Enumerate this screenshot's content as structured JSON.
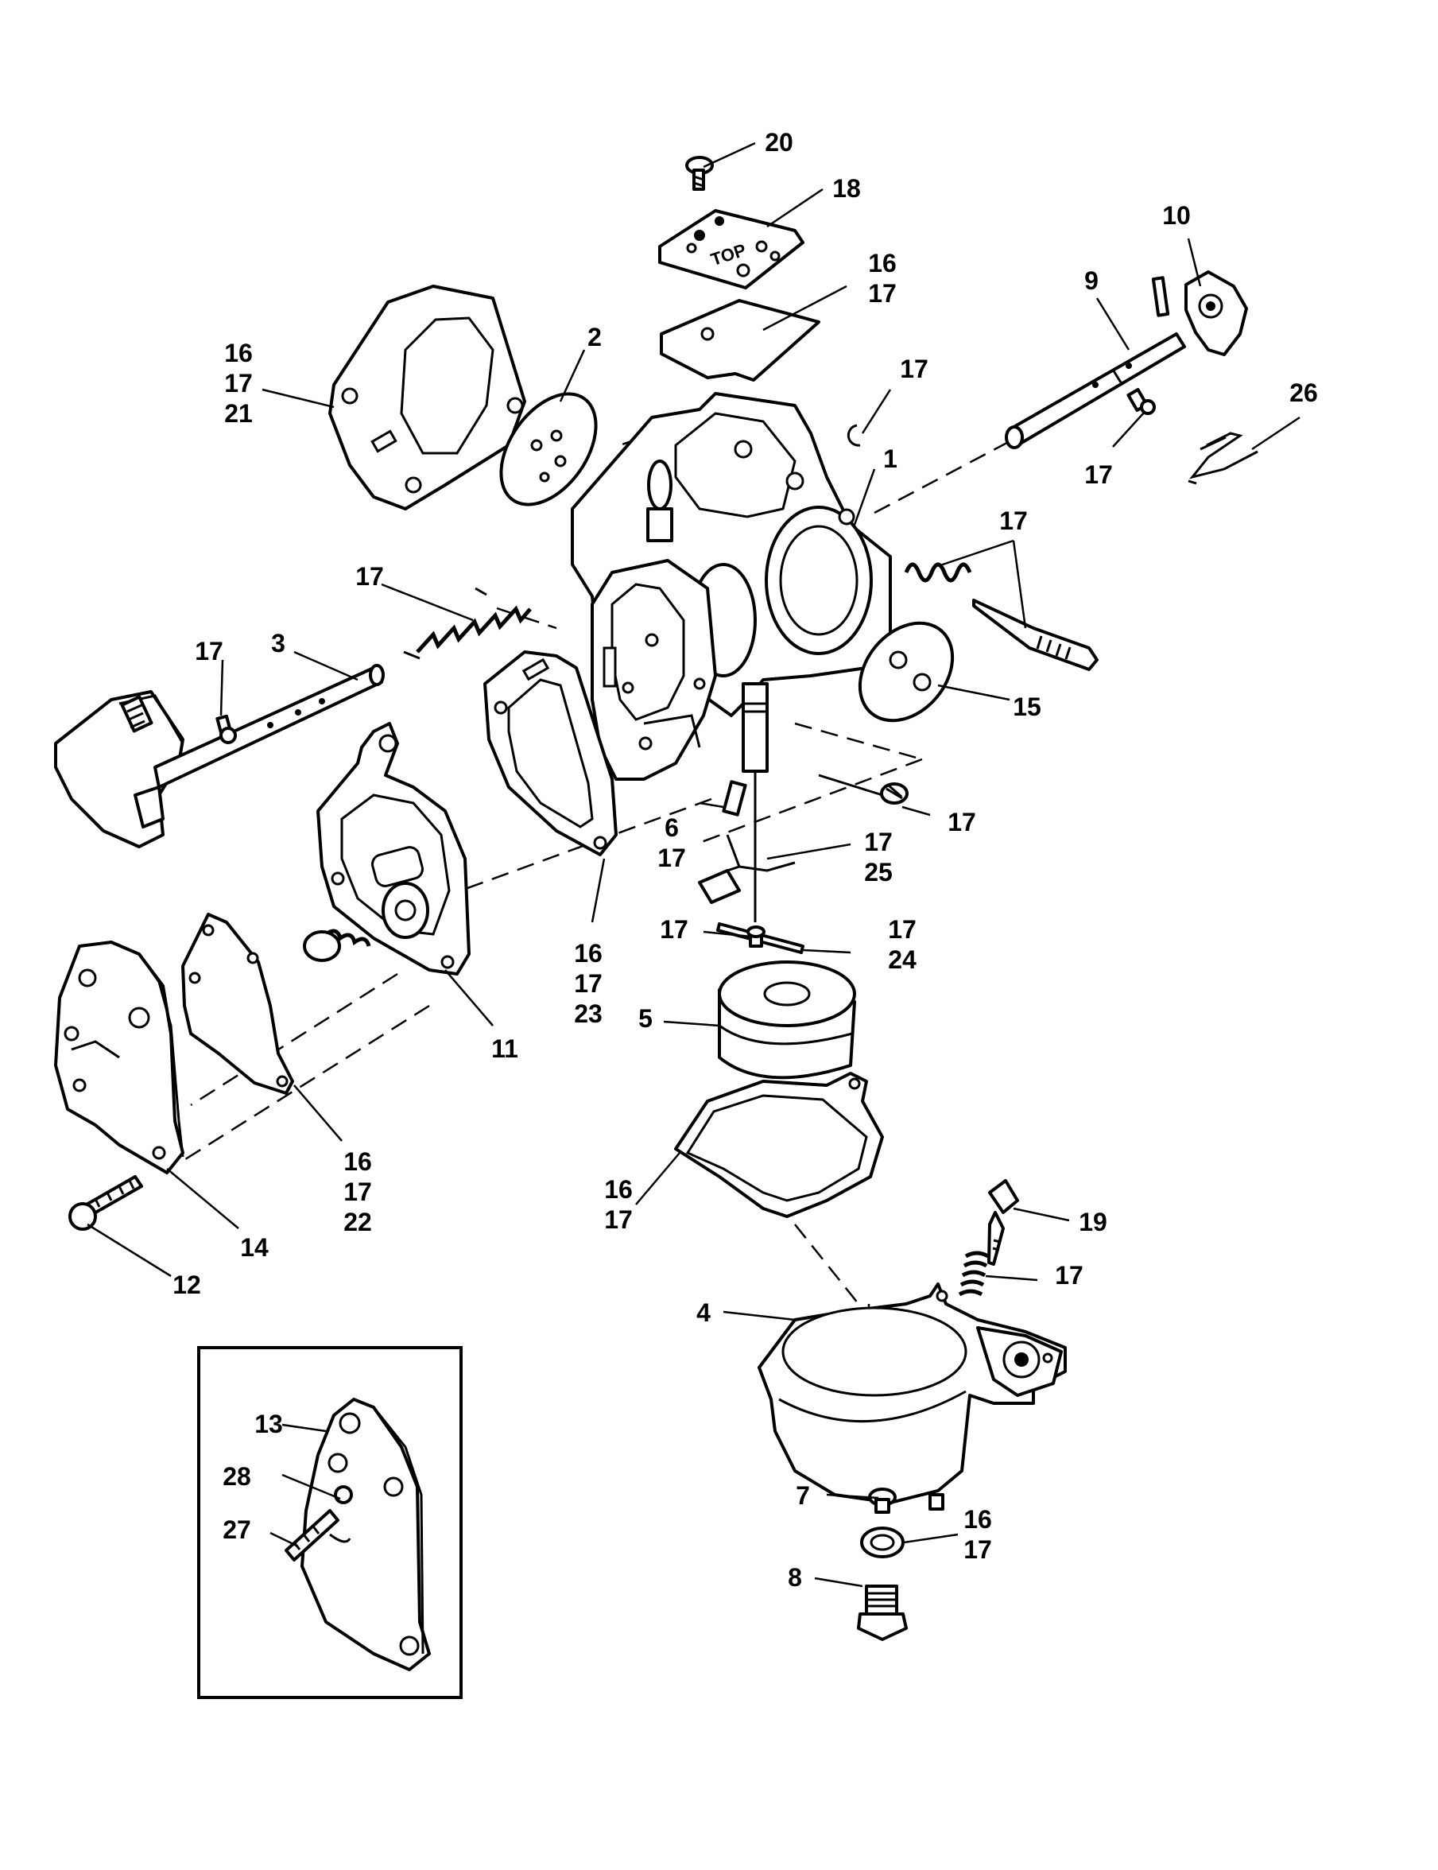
{
  "diagram": {
    "part_labels": [
      {
        "id": "label-20",
        "lines": [
          "20"
        ]
      },
      {
        "id": "label-18",
        "lines": [
          "18"
        ]
      },
      {
        "id": "label-16-17-top",
        "lines": [
          "16",
          "17"
        ]
      },
      {
        "id": "label-10",
        "lines": [
          "10"
        ]
      },
      {
        "id": "label-9",
        "lines": [
          "9"
        ]
      },
      {
        "id": "label-16-17-21",
        "lines": [
          "16",
          "17",
          "21"
        ]
      },
      {
        "id": "label-2",
        "lines": [
          "2"
        ]
      },
      {
        "id": "label-17-clip",
        "lines": [
          "17"
        ]
      },
      {
        "id": "label-26",
        "lines": [
          "26"
        ]
      },
      {
        "id": "label-17-screw",
        "lines": [
          "17"
        ]
      },
      {
        "id": "label-1",
        "lines": [
          "1"
        ]
      },
      {
        "id": "label-17-spring-right",
        "lines": [
          "17"
        ]
      },
      {
        "id": "label-17-spring-left",
        "lines": [
          "17"
        ]
      },
      {
        "id": "label-17-shaft-screw",
        "lines": [
          "17"
        ]
      },
      {
        "id": "label-3",
        "lines": [
          "3"
        ]
      },
      {
        "id": "label-15",
        "lines": [
          "15"
        ]
      },
      {
        "id": "label-17-torsion",
        "lines": [
          "17"
        ]
      },
      {
        "id": "label-6-17",
        "lines": [
          "6",
          "17"
        ]
      },
      {
        "id": "label-17-25",
        "lines": [
          "17",
          "25"
        ]
      },
      {
        "id": "label-17-plug",
        "lines": [
          "17"
        ]
      },
      {
        "id": "label-16-17-23",
        "lines": [
          "16",
          "17",
          "23"
        ]
      },
      {
        "id": "label-17-small-screw",
        "lines": [
          "17"
        ]
      },
      {
        "id": "label-17-24",
        "lines": [
          "17",
          "24"
        ]
      },
      {
        "id": "label-5",
        "lines": [
          "5"
        ]
      },
      {
        "id": "label-11",
        "lines": [
          "11"
        ]
      },
      {
        "id": "label-16-17-22",
        "lines": [
          "16",
          "17",
          "22"
        ]
      },
      {
        "id": "label-16-17-gasket",
        "lines": [
          "16",
          "17"
        ]
      },
      {
        "id": "label-19",
        "lines": [
          "19"
        ]
      },
      {
        "id": "label-17-bowl-spring",
        "lines": [
          "17"
        ]
      },
      {
        "id": "label-14",
        "lines": [
          "14"
        ]
      },
      {
        "id": "label-12",
        "lines": [
          "12"
        ]
      },
      {
        "id": "label-4",
        "lines": [
          "4"
        ]
      },
      {
        "id": "label-13",
        "lines": [
          "13"
        ]
      },
      {
        "id": "label-28",
        "lines": [
          "28"
        ]
      },
      {
        "id": "label-27",
        "lines": [
          "27"
        ]
      },
      {
        "id": "label-7",
        "lines": [
          "7"
        ]
      },
      {
        "id": "label-16-17-washer",
        "lines": [
          "16",
          "17"
        ]
      },
      {
        "id": "label-8",
        "lines": [
          "8"
        ]
      }
    ],
    "cover_marking": "TOP"
  }
}
